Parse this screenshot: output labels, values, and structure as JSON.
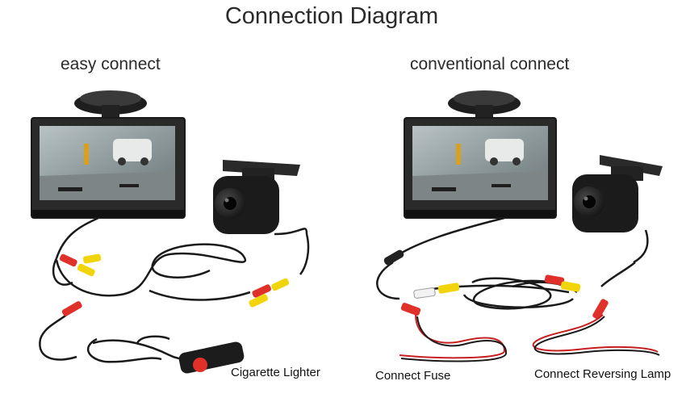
{
  "title": "Connection Diagram",
  "panels": {
    "easy": {
      "label": "easy connect",
      "caption": "Cigarette Lighter"
    },
    "conventional": {
      "label": "conventional connect",
      "caption_fuse": "Connect Fuse",
      "caption_lamp": "Connect Reversing Lamp"
    }
  },
  "colors": {
    "cable": "#1a1a1a",
    "rca_yellow": "#f2d40a",
    "rca_red": "#e0302a",
    "rca_white": "#f2f2f2",
    "wire_red": "#c72020"
  }
}
